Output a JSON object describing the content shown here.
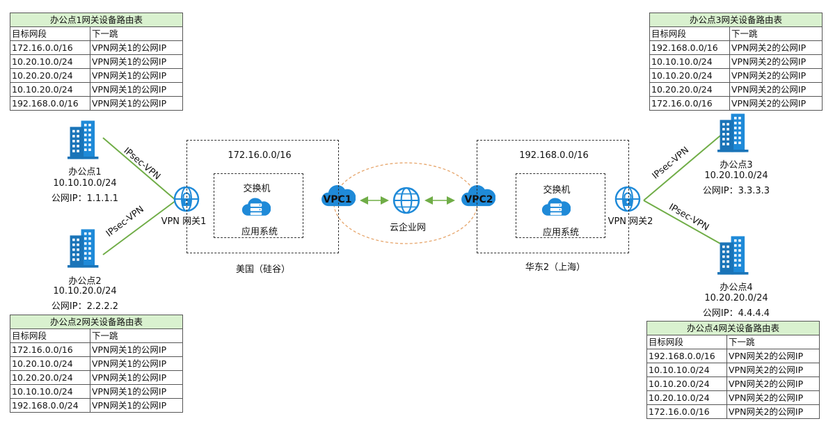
{
  "colors": {
    "link_green": "#70ad47",
    "arrow_green": "#70ad47",
    "icon_blue": "#1f8ad8",
    "cen_border": "#e6a56b",
    "table_header_bg": "#d9f1cf"
  },
  "tables": {
    "site1": {
      "title": "办公点1网关设备路由表",
      "headers": [
        "目标网段",
        "下一跳"
      ],
      "rows": [
        [
          "172.16.0.0/16",
          "VPN网关1的公网IP"
        ],
        [
          "10.20.10.0/24",
          "VPN网关1的公网IP"
        ],
        [
          "10.20.20.0/24",
          "VPN网关1的公网IP"
        ],
        [
          "10.10.20.0/24",
          "VPN网关1的公网IP"
        ],
        [
          "192.168.0.0/16",
          "VPN网关1的公网IP"
        ]
      ]
    },
    "site2": {
      "title": "办公点2网关设备路由表",
      "headers": [
        "目标网段",
        "下一跳"
      ],
      "rows": [
        [
          "172.16.0.0/16",
          "VPN网关1的公网IP"
        ],
        [
          "10.20.10.0/24",
          "VPN网关1的公网IP"
        ],
        [
          "10.20.20.0/24",
          "VPN网关1的公网IP"
        ],
        [
          "10.10.10.0/24",
          "VPN网关1的公网IP"
        ],
        [
          "192.168.0.0/24",
          "VPN网关1的公网IP"
        ]
      ]
    },
    "site3": {
      "title": "办公点3网关设备路由表",
      "headers": [
        "目标网段",
        "下一跳"
      ],
      "rows": [
        [
          "192.168.0.0/16",
          "VPN网关2的公网IP"
        ],
        [
          "10.10.10.0/24",
          "VPN网关2的公网IP"
        ],
        [
          "10.10.20.0/24",
          "VPN网关2的公网IP"
        ],
        [
          "10.20.20.0/24",
          "VPN网关2的公网IP"
        ],
        [
          "172.16.0.0/16",
          "VPN网关2的公网IP"
        ]
      ]
    },
    "site4": {
      "title": "办公点4网关设备路由表",
      "headers": [
        "目标网段",
        "下一跳"
      ],
      "rows": [
        [
          "192.168.0.0/16",
          "VPN网关2的公网IP"
        ],
        [
          "10.10.10.0/24",
          "VPN网关2的公网IP"
        ],
        [
          "10.10.20.0/24",
          "VPN网关2的公网IP"
        ],
        [
          "10.20.10.0/24",
          "VPN网关2的公网IP"
        ],
        [
          "172.16.0.0/16",
          "VPN网关2的公网IP"
        ]
      ]
    }
  },
  "offices": {
    "o1": {
      "name": "办公点1",
      "cidr": "10.10.10.0/24",
      "public_ip": "公网IP：1.1.1.1"
    },
    "o2": {
      "name": "办公点2",
      "cidr": "10.10.20.0/24",
      "public_ip": "公网IP：2.2.2.2"
    },
    "o3": {
      "name": "办公点3",
      "cidr": "10.20.10.0/24",
      "public_ip": "公网IP：3.3.3.3"
    },
    "o4": {
      "name": "办公点4",
      "cidr": "10.20.20.0/24",
      "public_ip": "公网IP：4.4.4.4"
    }
  },
  "links": {
    "ipsec": "IPsec-VPN"
  },
  "gateways": {
    "gw1": "VPN 网关1",
    "gw2": "VPN 网关2"
  },
  "regions": {
    "us": {
      "cidr": "172.16.0.0/16",
      "name": "美国（硅谷）",
      "vpc": "VPC1",
      "switch": "交换机",
      "app": "应用系统"
    },
    "cn": {
      "cidr": "192.168.0.0/16",
      "name": "华东2（上海）",
      "vpc": "VPC2",
      "switch": "交换机",
      "app": "应用系统"
    }
  },
  "cen": {
    "label": "云企业网"
  },
  "icons": {
    "building": "building-icon",
    "vpn_gateway": "vpn-gateway-lock-icon",
    "vpc_cloud": "vpc-cloud-icon",
    "app_cloud": "app-cloud-server-icon",
    "cen_globe": "cen-globe-icon"
  }
}
